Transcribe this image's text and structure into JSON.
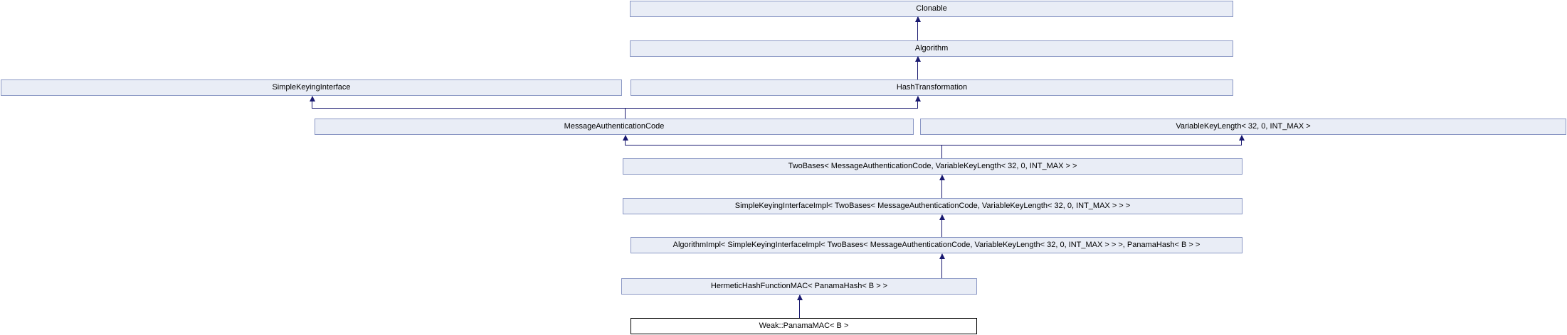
{
  "diagram": {
    "type": "class-inheritance-diagram",
    "style": "doxygen-graphviz",
    "colors": {
      "node_fill": "#e9edf6",
      "node_border": "#8a97c4",
      "edge": "#191970",
      "highlight_node_fill": "#ffffff",
      "highlight_node_border": "#000000",
      "background": "#ffffff",
      "text": "#000000"
    },
    "nodes": [
      {
        "id": "clonable",
        "label": "Clonable",
        "highlighted": false
      },
      {
        "id": "algorithm",
        "label": "Algorithm",
        "highlighted": false
      },
      {
        "id": "simple-keying-interface",
        "label": "SimpleKeyingInterface",
        "highlighted": false
      },
      {
        "id": "hash-transformation",
        "label": "HashTransformation",
        "highlighted": false
      },
      {
        "id": "message-authentication-code",
        "label": "MessageAuthenticationCode",
        "highlighted": false
      },
      {
        "id": "variable-key-length",
        "label": "VariableKeyLength< 32, 0, INT_MAX >",
        "highlighted": false
      },
      {
        "id": "two-bases",
        "label": "TwoBases< MessageAuthenticationCode, VariableKeyLength< 32, 0, INT_MAX > >",
        "highlighted": false
      },
      {
        "id": "simple-keying-interface-impl",
        "label": "SimpleKeyingInterfaceImpl< TwoBases< MessageAuthenticationCode, VariableKeyLength< 32, 0, INT_MAX > > >",
        "highlighted": false
      },
      {
        "id": "algorithm-impl",
        "label": "AlgorithmImpl< SimpleKeyingInterfaceImpl< TwoBases< MessageAuthenticationCode, VariableKeyLength< 32, 0, INT_MAX > > >, PanamaHash< B > >",
        "highlighted": false
      },
      {
        "id": "hermetic-hash-function-mac",
        "label": "HermeticHashFunctionMAC< PanamaHash< B > >",
        "highlighted": false
      },
      {
        "id": "weak-panama-mac",
        "label": "Weak::PanamaMAC< B >",
        "highlighted": true
      }
    ],
    "edges": [
      {
        "from": "algorithm",
        "to": "clonable",
        "type": "public-inheritance"
      },
      {
        "from": "hash-transformation",
        "to": "algorithm",
        "type": "public-inheritance"
      },
      {
        "from": "message-authentication-code",
        "to": "simple-keying-interface",
        "type": "public-inheritance"
      },
      {
        "from": "message-authentication-code",
        "to": "hash-transformation",
        "type": "public-inheritance"
      },
      {
        "from": "two-bases",
        "to": "message-authentication-code",
        "type": "public-inheritance"
      },
      {
        "from": "two-bases",
        "to": "variable-key-length",
        "type": "public-inheritance"
      },
      {
        "from": "simple-keying-interface-impl",
        "to": "two-bases",
        "type": "public-inheritance"
      },
      {
        "from": "algorithm-impl",
        "to": "simple-keying-interface-impl",
        "type": "public-inheritance"
      },
      {
        "from": "hermetic-hash-function-mac",
        "to": "algorithm-impl",
        "type": "public-inheritance"
      },
      {
        "from": "weak-panama-mac",
        "to": "hermetic-hash-function-mac",
        "type": "public-inheritance"
      }
    ]
  }
}
